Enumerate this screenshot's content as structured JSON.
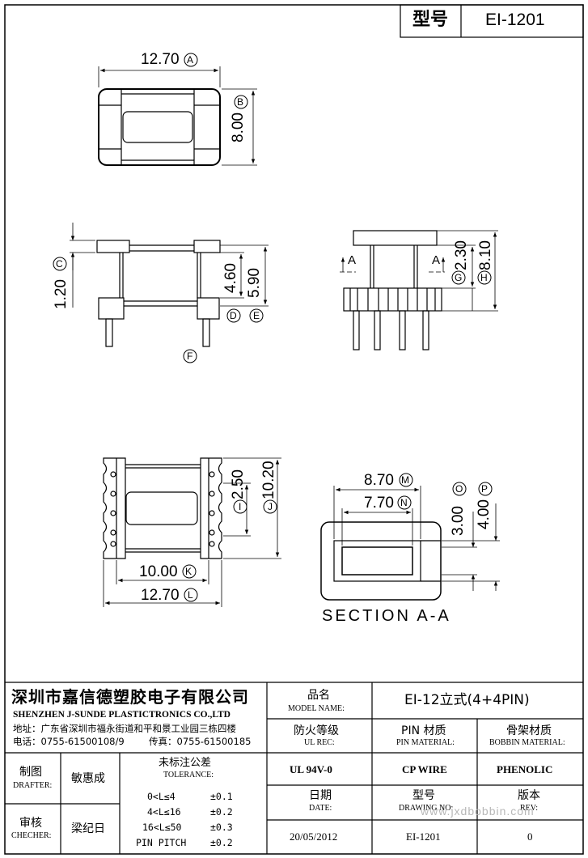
{
  "header": {
    "model_label": "型号",
    "model_value": "EI-1201"
  },
  "dims": {
    "A": "12.70",
    "B": "8.00",
    "C": "1.20",
    "D_val": "4.60",
    "E_val": "5.90",
    "G": "2.30",
    "H": "8.10",
    "I": "2.50",
    "J": "10.20",
    "K": "10.00",
    "L": "12.70",
    "M": "8.70",
    "N": "7.70",
    "O": "3.00",
    "P": "4.00"
  },
  "markers": {
    "A": "A",
    "B": "B",
    "C": "C",
    "D": "D",
    "E": "E",
    "F": "F",
    "G": "G",
    "H": "H",
    "I": "I",
    "J": "J",
    "K": "K",
    "L": "L",
    "M": "M",
    "N": "N",
    "O": "O",
    "P": "P"
  },
  "section": {
    "arrow_label": "A",
    "title": "SECTION A-A"
  },
  "company": {
    "name_cn": "深圳市嘉信德塑胶电子有限公司",
    "name_en": "SHENZHEN J-SUNDE PLASTICTRONICS CO.,LTD",
    "address": "地址：广东省深圳市福永街道和平和景工业园三栋四楼",
    "phone": "电话：0755-61500108/9",
    "fax": "传真：0755-61500185"
  },
  "title_block": {
    "model_name_cn": "品名",
    "model_name_en": "MODEL NAME:",
    "model_name_value": "EI-12立式(4+4PIN)",
    "ul_cn": "防火等级",
    "ul_en": "UL REC:",
    "ul_value": "UL 94V-0",
    "pin_cn": "PIN 材质",
    "pin_en": "PIN MATERIAL:",
    "pin_value": "CP WIRE",
    "bobbin_cn": "骨架材质",
    "bobbin_en": "BOBBIN MATERIAL:",
    "bobbin_value": "PHENOLIC",
    "drafter_cn": "制图",
    "drafter_en": "DRAFTER:",
    "drafter_value": "敏惠成",
    "checker_cn": "审核",
    "checker_en": "CHECHER:",
    "checker_value": "梁纪日",
    "tolerance_cn": "未标注公差",
    "tolerance_en": "TOLERANCE:",
    "tolerance_rows": [
      {
        "range": "0<L≤4",
        "tol": "±0.1"
      },
      {
        "range": "4<L≤16",
        "tol": "±0.2"
      },
      {
        "range": "16<L≤50",
        "tol": "±0.3"
      },
      {
        "range": "PIN PITCH",
        "tol": "±0.2"
      }
    ],
    "date_cn": "日期",
    "date_en": "DATE:",
    "date_value": "20/05/2012",
    "drawing_no_cn": "型号",
    "drawing_no_en": "DRAWING NO:",
    "drawing_no_value": "EI-1201",
    "rev_cn": "版本",
    "rev_en": "REV:",
    "rev_value": "0"
  },
  "watermark": "www.jxdbobbin.com"
}
